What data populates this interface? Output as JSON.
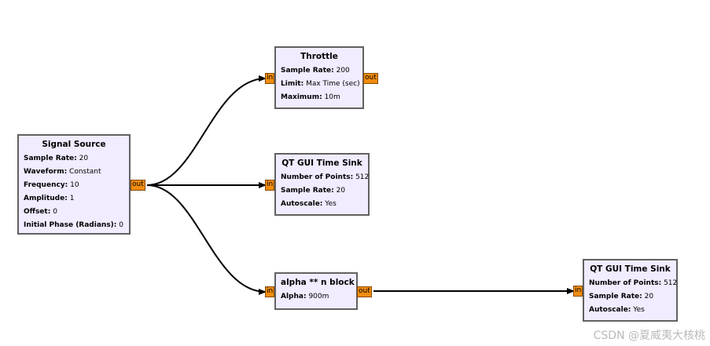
{
  "blocks": {
    "signal_source": {
      "title": "Signal Source",
      "params": [
        {
          "key": "Sample Rate:",
          "value": "20"
        },
        {
          "key": "Waveform:",
          "value": "Constant"
        },
        {
          "key": "Frequency:",
          "value": "10"
        },
        {
          "key": "Amplitude:",
          "value": "1"
        },
        {
          "key": "Offset:",
          "value": "0"
        },
        {
          "key": "Initial Phase (Radians):",
          "value": "0"
        }
      ],
      "out_port": "out"
    },
    "throttle": {
      "title": "Throttle",
      "params": [
        {
          "key": "Sample Rate:",
          "value": "200"
        },
        {
          "key": "Limit:",
          "value": "Max Time (sec)"
        },
        {
          "key": "Maximum:",
          "value": "10m"
        }
      ],
      "in_port": "in",
      "out_port": "out"
    },
    "time_sink_1": {
      "title": "QT GUI Time Sink",
      "params": [
        {
          "key": "Number of Points:",
          "value": "512"
        },
        {
          "key": "Sample Rate:",
          "value": "20"
        },
        {
          "key": "Autoscale:",
          "value": "Yes"
        }
      ],
      "in_port": "in"
    },
    "alpha_block": {
      "title": "alpha ** n block",
      "params": [
        {
          "key": "Alpha:",
          "value": "900m"
        }
      ],
      "in_port": "in",
      "out_port": "out"
    },
    "time_sink_2": {
      "title": "QT GUI Time Sink",
      "params": [
        {
          "key": "Number of Points:",
          "value": "512"
        },
        {
          "key": "Sample Rate:",
          "value": "20"
        },
        {
          "key": "Autoscale:",
          "value": "Yes"
        }
      ],
      "in_port": "in"
    }
  },
  "colors": {
    "block_fill": "#f1ecff",
    "block_border": "#616161",
    "port_fill": "#f08c10",
    "connection": "#000000"
  },
  "watermark": "CSDN @夏威夷大核桃"
}
